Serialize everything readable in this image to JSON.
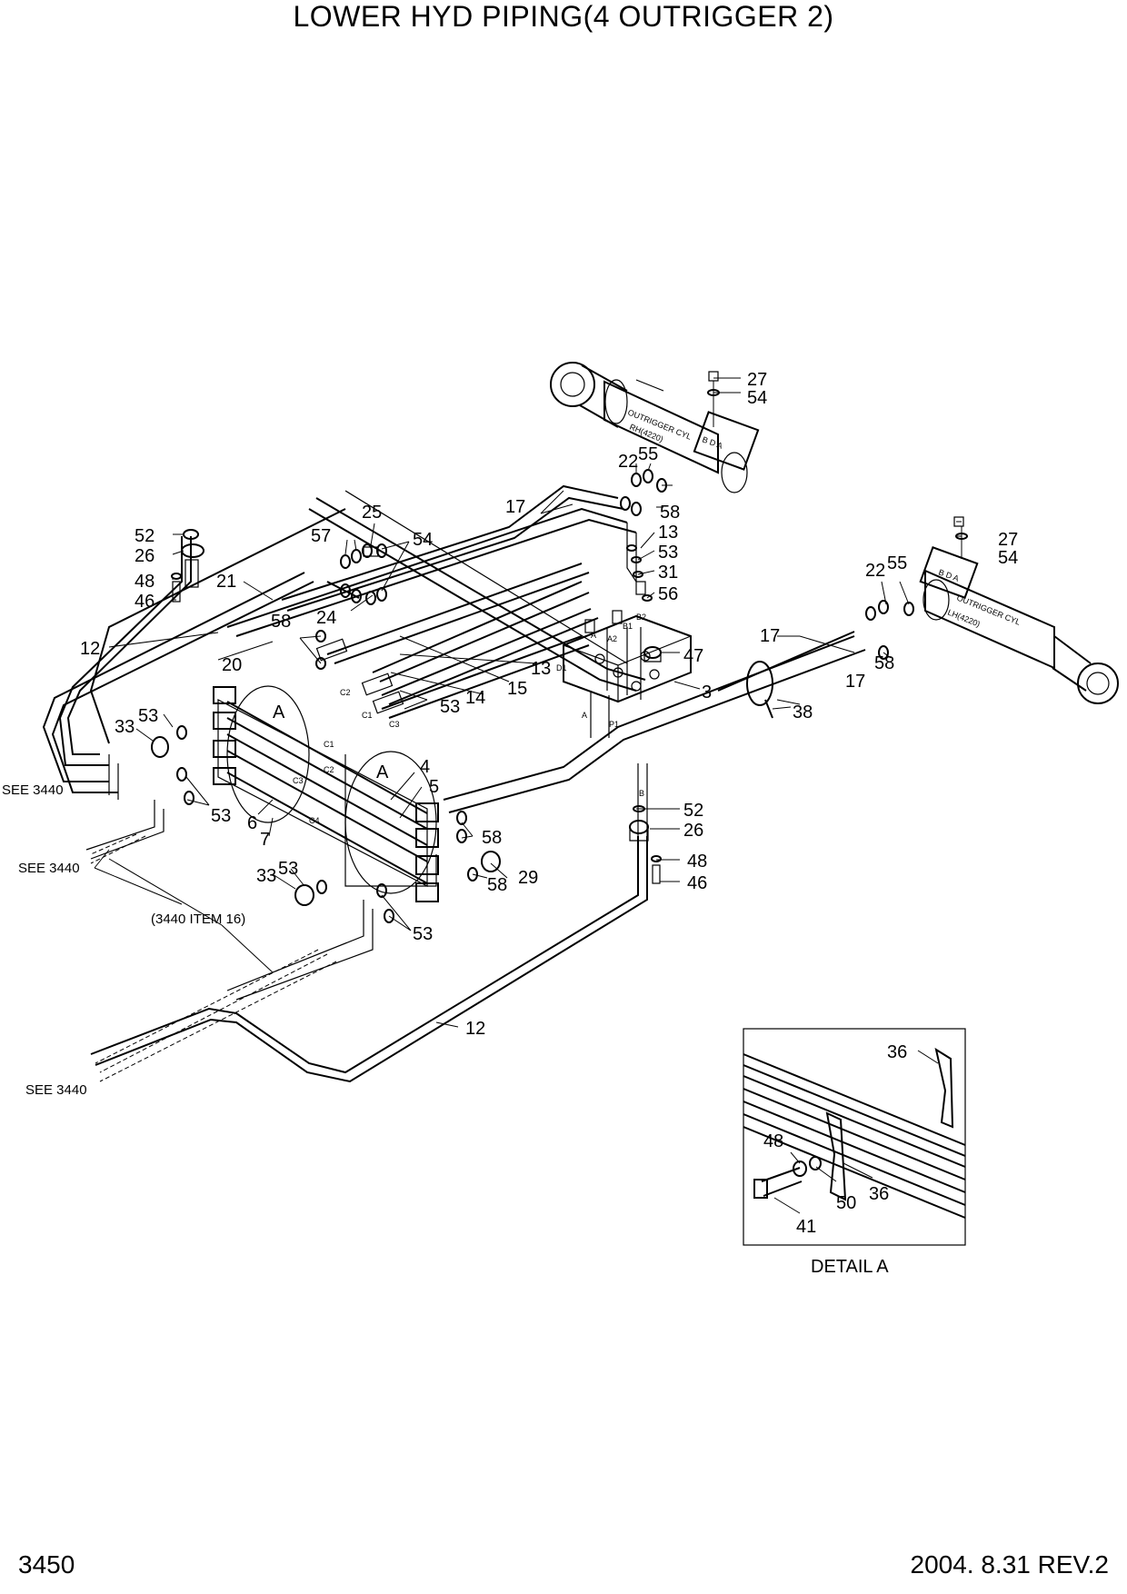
{
  "header": {
    "title": "LOWER HYD PIPING(4 OUTRIGGER 2)"
  },
  "footer": {
    "page_number": "3450",
    "revision": "2004. 8.31  REV.2"
  },
  "cylinders": {
    "rh_label": "OUTRIGGER CYL",
    "rh_code": "RH(4220)",
    "lh_label": "OUTRIGGER CYL",
    "lh_code": "LH(4220)",
    "port_labels": "B D A"
  },
  "references": {
    "see_3440": "SEE 3440",
    "item_16": "(3440 ITEM 16)"
  },
  "detail": {
    "caption": "DETAIL  A",
    "view_marker": "A"
  },
  "port_marks": {
    "c1": "C1",
    "c2": "C2",
    "c3": "C3",
    "c4": "C4",
    "a": "A",
    "b": "B",
    "a2": "A2",
    "b1": "B1",
    "b2": "B2",
    "p1": "P1",
    "d1": "D1"
  },
  "callouts": {
    "n27": "27",
    "n54": "54",
    "n22": "22",
    "n55": "55",
    "n58": "58",
    "n25": "25",
    "n57": "57",
    "n17": "17",
    "n13": "13",
    "n53": "53",
    "n31": "31",
    "n56": "56",
    "n52": "52",
    "n26": "26",
    "n48": "48",
    "n46": "46",
    "n21": "21",
    "n12": "12",
    "n20": "20",
    "n24": "24",
    "n14": "14",
    "n15": "15",
    "n47": "47",
    "n3": "3",
    "n38": "38",
    "n33": "33",
    "n4": "4",
    "n5": "5",
    "n6": "6",
    "n7": "7",
    "n29": "29",
    "n36": "36",
    "n50": "50",
    "n41": "41"
  }
}
